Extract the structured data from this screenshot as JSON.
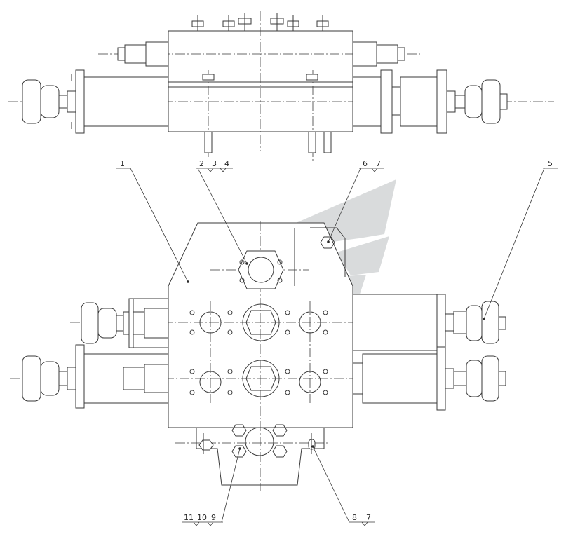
{
  "colors": {
    "line": "#3a3a3a",
    "watermark": "#b9bec0",
    "background": "#ffffff"
  },
  "callouts": [
    {
      "id": "c1",
      "text": "1"
    },
    {
      "id": "c2",
      "text": "2"
    },
    {
      "id": "c3",
      "text": "3"
    },
    {
      "id": "c4",
      "text": "4"
    },
    {
      "id": "c5",
      "text": "5"
    },
    {
      "id": "c6",
      "text": "6"
    },
    {
      "id": "c7a",
      "text": "7"
    },
    {
      "id": "c7b",
      "text": "7"
    },
    {
      "id": "c8",
      "text": "8"
    },
    {
      "id": "c9",
      "text": "9"
    },
    {
      "id": "c10",
      "text": "10"
    },
    {
      "id": "c11",
      "text": "11"
    }
  ]
}
